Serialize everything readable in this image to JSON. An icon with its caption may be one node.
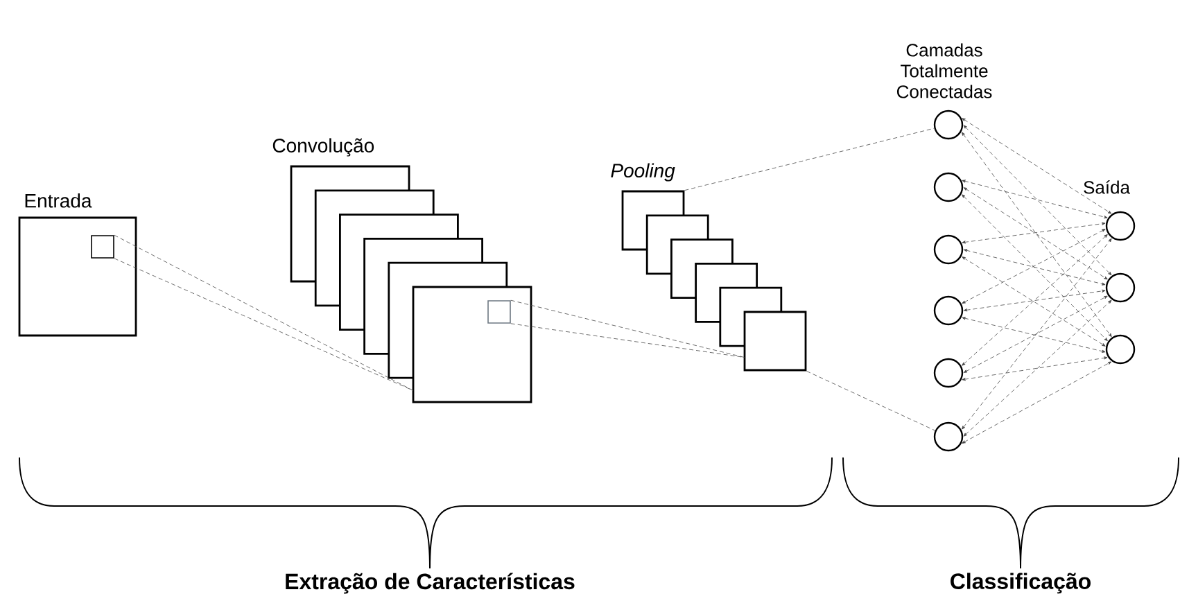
{
  "diagram": {
    "nodes": [
      {
        "text": [
          "Entrada"
        ]
      },
      {
        "text": [],
        "shape": "box",
        "in": 0
      },
      {
        "text": [
          "Convolução"
        ]
      },
      {
        "text": [],
        "shape": "box"
      },
      {
        "text": [],
        "shape": "box"
      },
      {
        "text": [],
        "shape": "box"
      },
      {
        "text": [],
        "shape": "box"
      },
      {
        "text": [],
        "shape": "box"
      },
      {
        "text": [],
        "shape": "box",
        "in": 7
      },
      {
        "text": [
          "*Pooling*"
        ]
      },
      {
        "text": [],
        "shape": "box"
      },
      {
        "text": [],
        "shape": "box"
      },
      {
        "text": [],
        "shape": "box"
      },
      {
        "text": [],
        "shape": "box"
      },
      {
        "text": [],
        "shape": "box"
      },
      {
        "text": [
          "Camadas Totalmente Conectadas"
        ]
      },
      {
        "text": [],
        "shape": "circle"
      },
      {
        "text": [],
        "shape": "circle"
      },
      {
        "text": [],
        "shape": "circle"
      },
      {
        "text": [],
        "shape": "circle"
      },
      {
        "text": [],
        "shape": "circle"
      },
      {
        "text": [
          "Saída"
        ]
      },
      {
        "text": [],
        "shape": "circle"
      },
      {
        "text": [],
        "shape": "circle"
      }
    ],
    "edges": [
      {
        "from": 1,
        "to": 7,
        "arrow": "none",
        "style": "dashed"
      },
      {
        "from": 1,
        "to": 7,
        "arrow": "none",
        "style": "dashed"
      },
      {
        "from": 8,
        "to": 14,
        "arrow": "none",
        "style": "dashed"
      },
      {
        "from": 8,
        "to": 14,
        "arrow": "none",
        "style": "dashed"
      },
      {
        "from": 9,
        "to": 15,
        "arrow": "none",
        "style": "dashed"
      },
      {
        "from": 14,
        "to": 20,
        "arrow": "none",
        "style": "dashed"
      },
      {
        "from": 15,
        "to": 21,
        "arrow": "both",
        "style": "dashed"
      },
      {
        "from": 15,
        "to": 22,
        "arrow": "both",
        "style": "dashed"
      },
      {
        "from": 15,
        "to": 23,
        "arrow": "both",
        "style": "dashed"
      },
      {
        "from": 16,
        "to": 21,
        "arrow": "both",
        "style": "dashed"
      },
      {
        "from": 16,
        "to": 22,
        "arrow": "both",
        "style": "dashed"
      },
      {
        "from": 16,
        "to": 23,
        "arrow": "both",
        "style": "dashed"
      },
      {
        "from": 17,
        "to": 21,
        "arrow": "both",
        "style": "dashed"
      },
      {
        "from": 17,
        "to": 22,
        "arrow": "both",
        "style": "dashed"
      },
      {
        "from": 17,
        "to": 23,
        "arrow": "both",
        "style": "dashed"
      },
      {
        "from": 18,
        "to": 21,
        "arrow": "both",
        "style": "dashed"
      },
      {
        "from": 18,
        "to": 22,
        "arrow": "both",
        "style": "dashed"
      },
      {
        "from": 18,
        "to": 23,
        "arrow": "both",
        "style": "dashed"
      },
      {
        "from": 19,
        "to": 21,
        "arrow": "both",
        "style": "dashed"
      },
      {
        "from": 19,
        "to": 22,
        "arrow": "both",
        "style": "dashed"
      },
      {
        "from": 19,
        "to": 23,
        "arrow": "both",
        "style": "dashed"
      },
      {
        "from": 20,
        "to": 21,
        "arrow": "both",
        "style": "dashed"
      },
      {
        "from": 20,
        "to": 22,
        "arrow": "both",
        "style": "dashed"
      },
      {
        "from": 20,
        "to": 23,
        "arrow": "both",
        "style": "dashed"
      }
    ],
    "labels": [
      "Extração de Características",
      "Classificação"
    ]
  }
}
